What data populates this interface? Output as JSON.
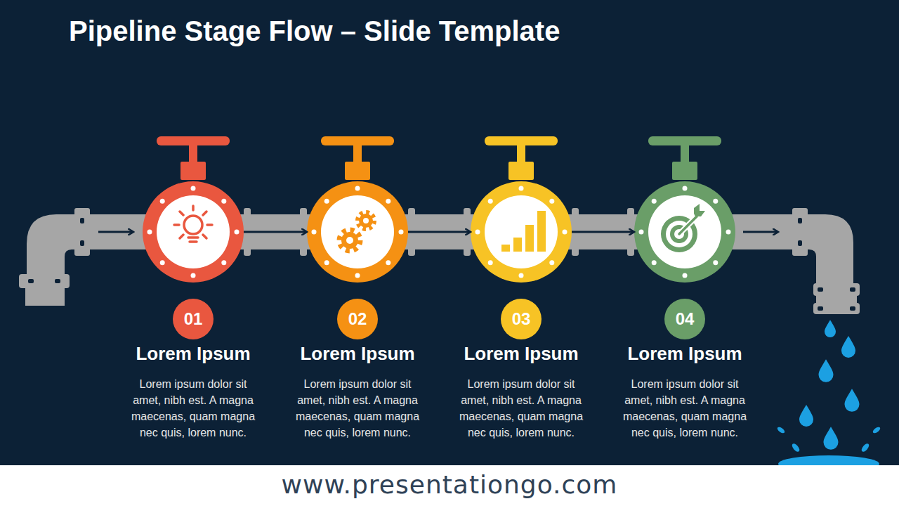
{
  "diagram": {
    "title": "Pipeline Stage Flow – Slide Template",
    "nodes": [
      {
        "text": [
          "01",
          "Lorem Ipsum",
          "Lorem ipsum dolor sit amet, nibh est. A magna maecenas, quam magna nec quis, lorem nunc."
        ]
      },
      {
        "text": [
          "02",
          "Lorem Ipsum",
          "Lorem ipsum dolor sit amet, nibh est. A magna maecenas, quam magna nec quis, lorem nunc."
        ]
      },
      {
        "text": [
          "03",
          "Lorem Ipsum",
          "Lorem ipsum dolor sit amet, nibh est. A magna maecenas, quam magna nec quis, lorem nunc."
        ]
      },
      {
        "text": [
          "04",
          "Lorem Ipsum",
          "Lorem ipsum dolor sit amet, nibh est. A magna maecenas, quam magna nec quis, lorem nunc."
        ]
      }
    ],
    "edges": [
      {
        "from": 0,
        "to": 1,
        "arrow": "to"
      },
      {
        "from": 1,
        "to": 2,
        "arrow": "to"
      },
      {
        "from": 2,
        "to": 3,
        "arrow": "to"
      }
    ],
    "labels": [
      "www.presentationgo.com"
    ]
  }
}
